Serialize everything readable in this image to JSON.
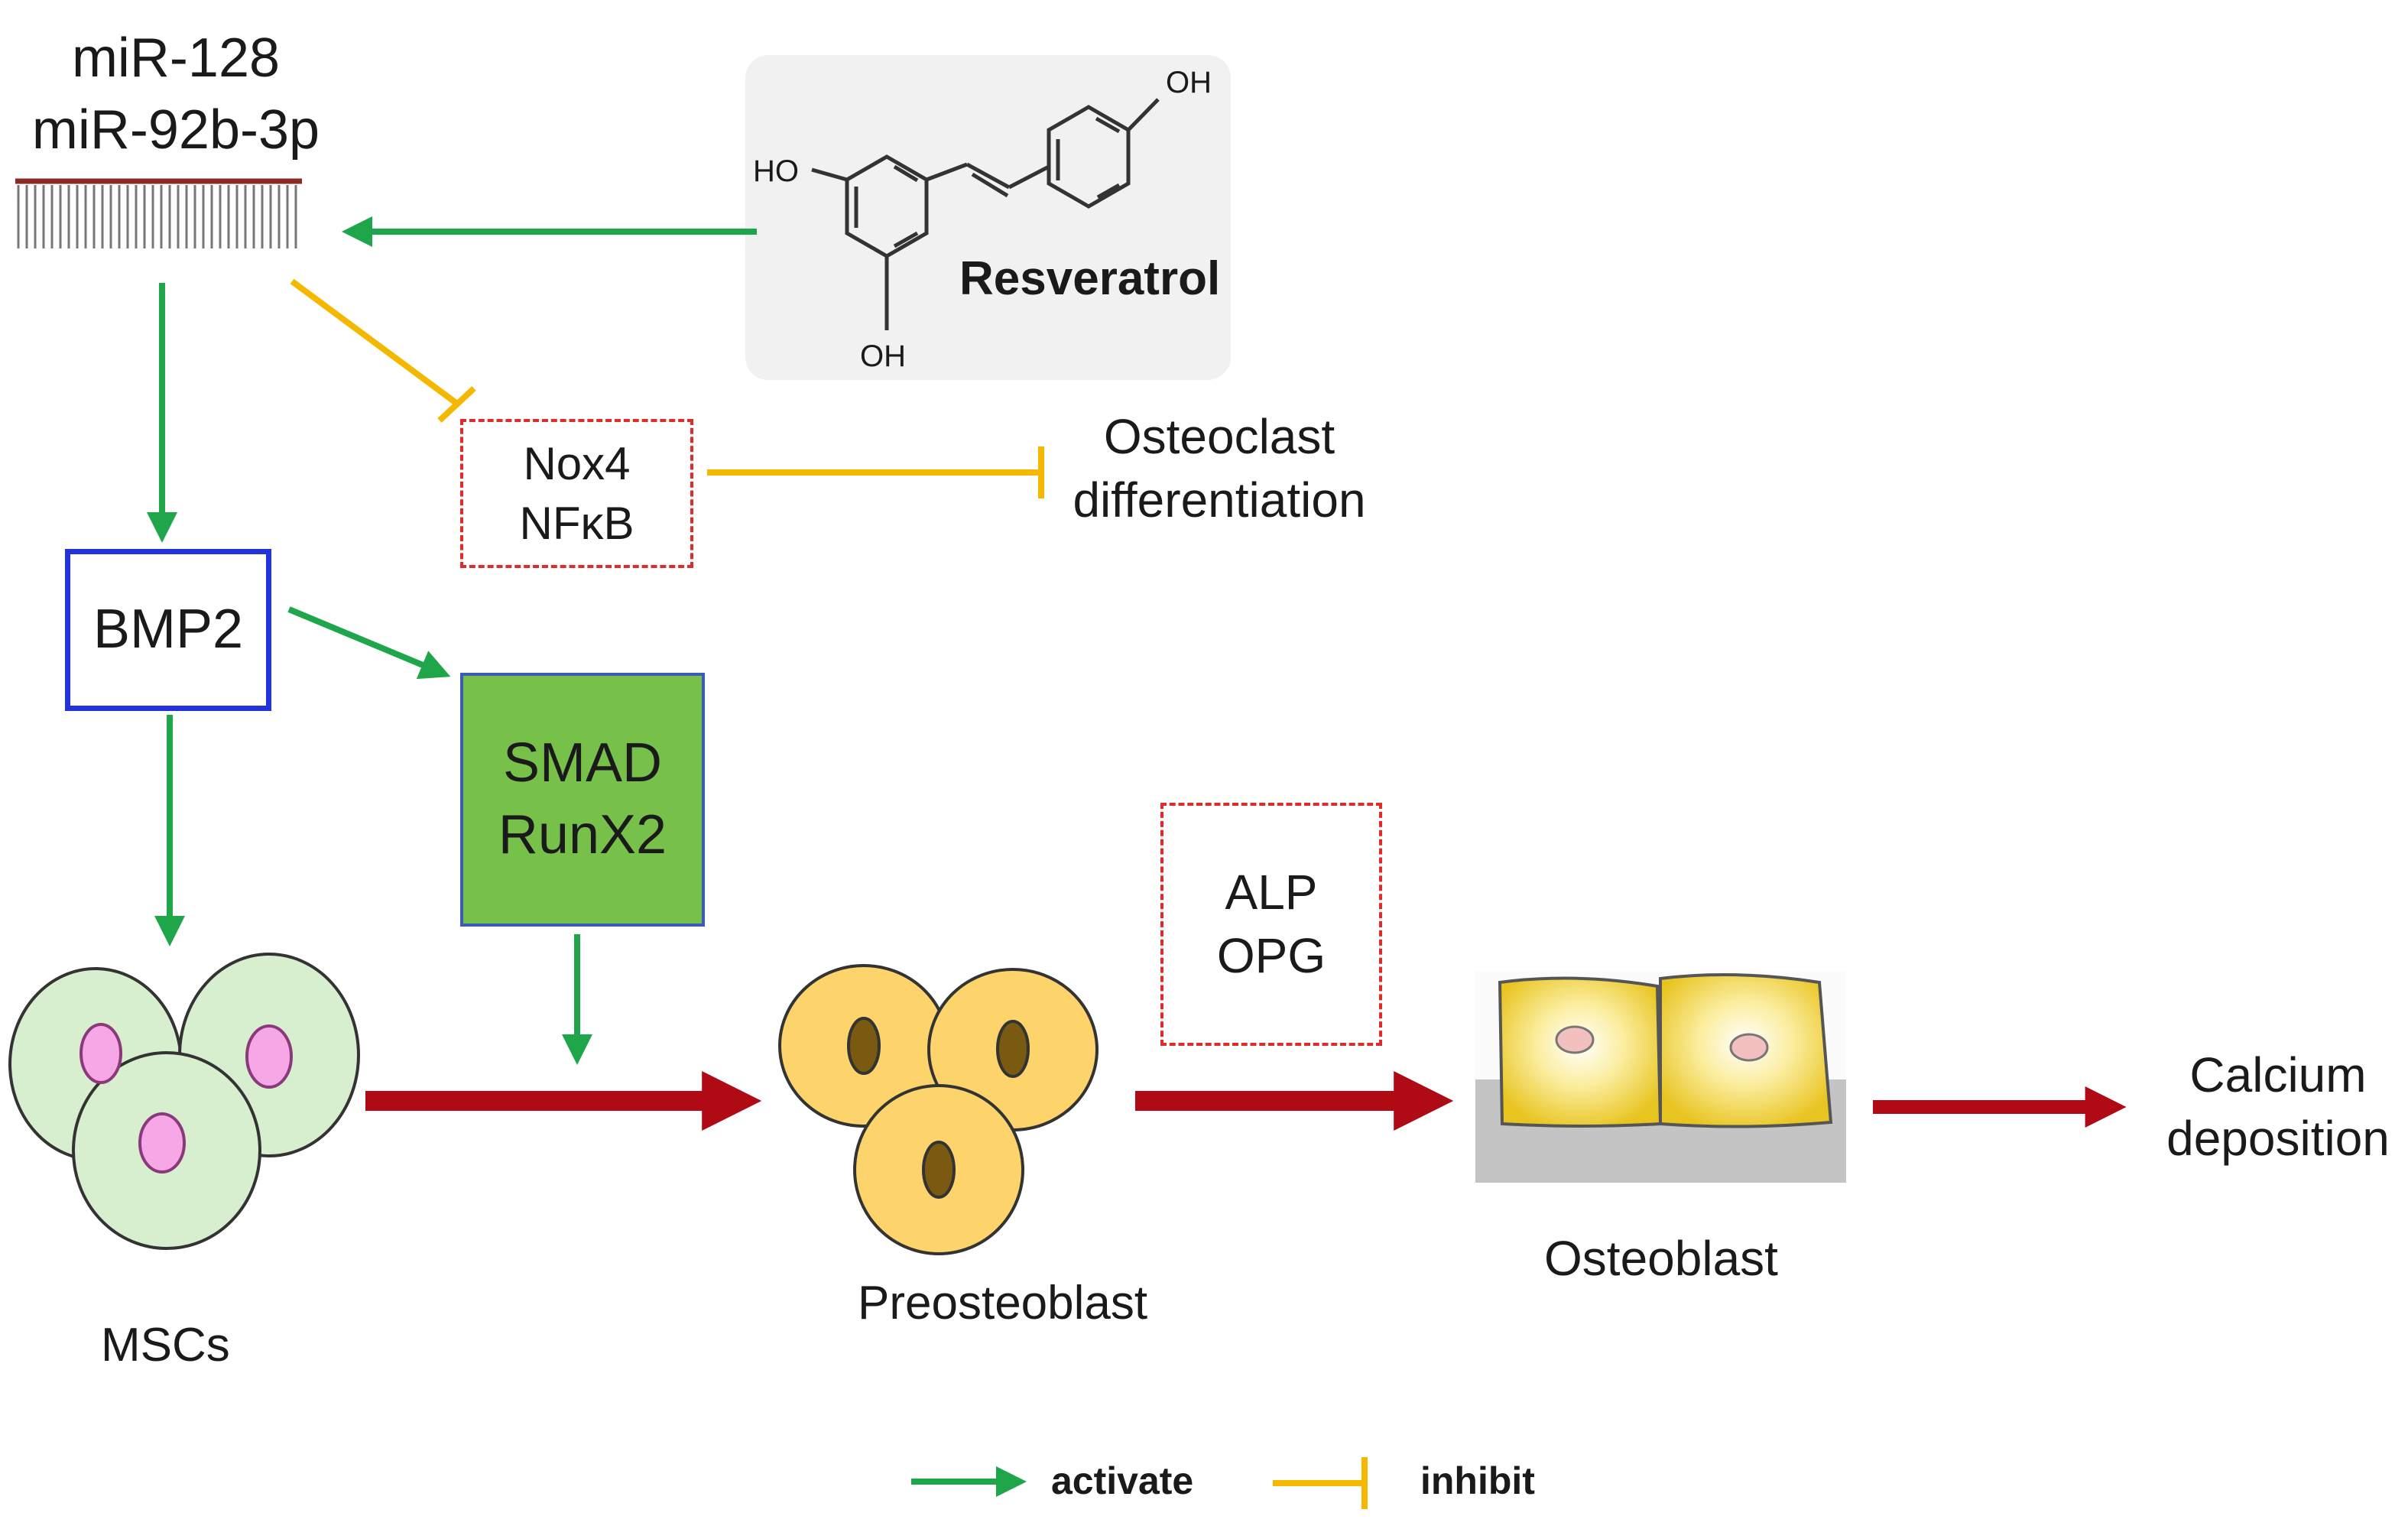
{
  "mirna": {
    "line1": "miR-128",
    "line2": "miR-92b-3p"
  },
  "resveratrol": {
    "label": "Resveratrol",
    "oh_top": "OH",
    "oh_left": "HO",
    "oh_bottom": "OH"
  },
  "nox_box": {
    "line1": "Nox4",
    "line2": "NFκB"
  },
  "osteoclast": {
    "line1": "Osteoclast",
    "line2": "differentiation"
  },
  "bmp2": {
    "label": "BMP2"
  },
  "smad_box": {
    "line1": "SMAD",
    "line2": "RunX2"
  },
  "alp_box": {
    "line1": "ALP",
    "line2": "OPG"
  },
  "cells": {
    "mscs": "MSCs",
    "preosteoblast": "Preosteoblast",
    "osteoblast": "Osteoblast",
    "calcium": {
      "line1": "Calcium",
      "line2": "deposition"
    }
  },
  "legend": {
    "activate": "activate",
    "inhibit": "inhibit"
  },
  "colors": {
    "activate": "#1fa64a",
    "inhibit": "#f5b800",
    "flow": "#b00a14",
    "bmp2_border": "#2233dd",
    "smad_fill": "#77c04a",
    "dashed_border": "#e02b2b",
    "msc_fill": "#d7efcf",
    "msc_nucleus": "#f6a8e6",
    "pre_fill": "#fcd46b",
    "pre_nucleus": "#7a5a10",
    "osteo_fill": "#f4dc45"
  }
}
